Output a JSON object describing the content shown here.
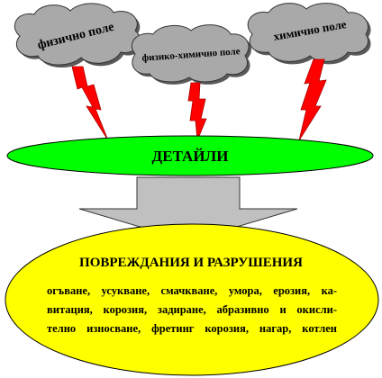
{
  "clouds": {
    "physical": "физично поле",
    "physicochemical": "физико-химично поле",
    "chemical": "химично поле"
  },
  "parts_label": "ДЕТАЙЛИ",
  "damage": {
    "title": "ПОВРЕЖДАНИЯ И РАЗРУШЕНИЯ",
    "lines": [
      "огъване, усукване, смачкване, умора,  ерозия, ка-",
      "витация, корозия, задиране, абразивно и окисли-",
      "телно износване, фретинг корозия, нагар, котлен"
    ]
  },
  "colors": {
    "cloud_fill": "#a9a9a9",
    "cloud_shadow": "#5a5a5a",
    "lightning": "#ff0000",
    "parts_ellipse": "#00ff00",
    "arrow_fill": "#c0c0c0",
    "damage_ellipse": "#ffff00"
  }
}
